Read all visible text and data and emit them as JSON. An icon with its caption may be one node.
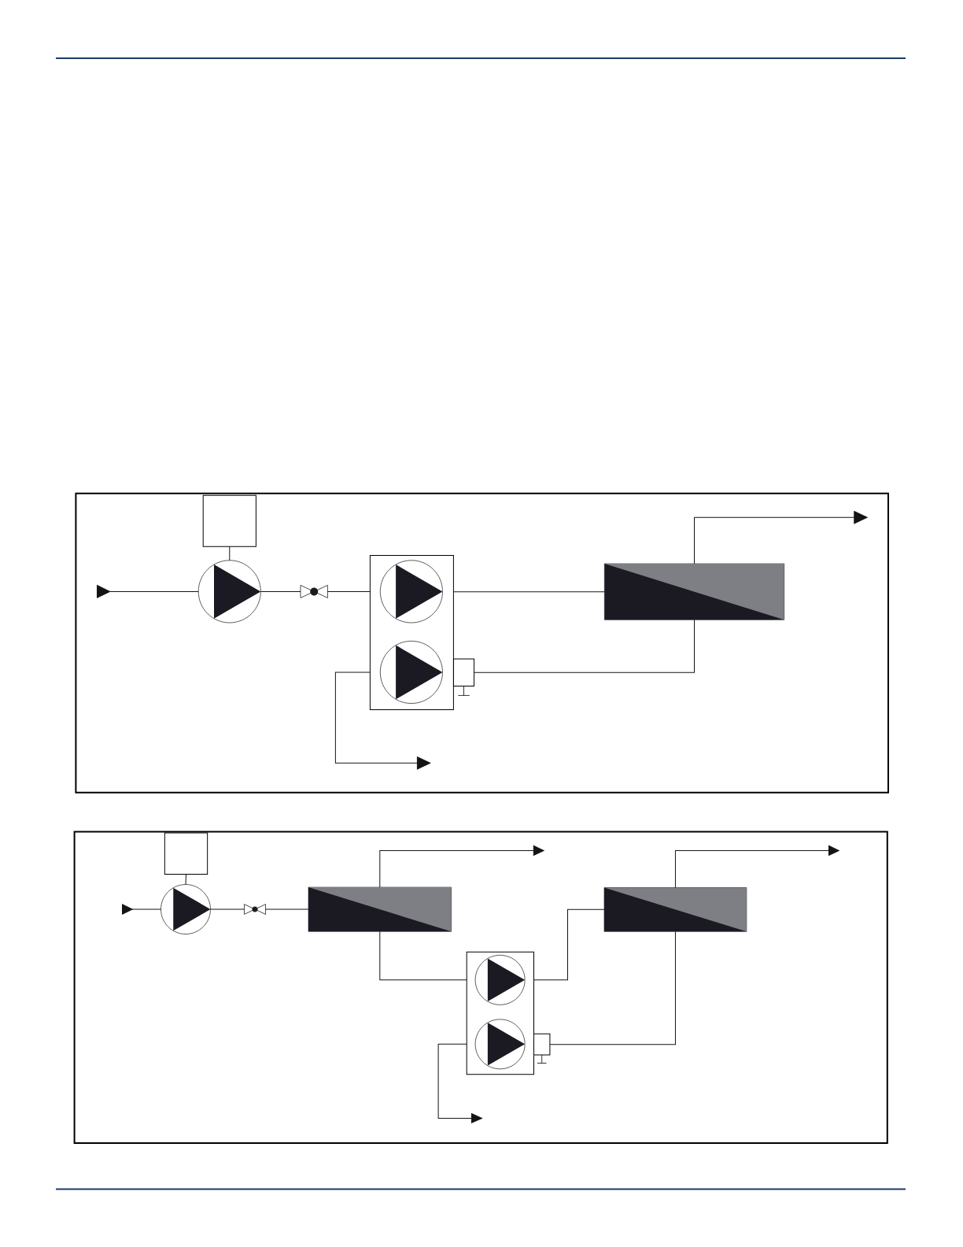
{
  "diagram": {
    "nodes": [
      {
        "text": [],
        "shape": "box"
      },
      {
        "text": [],
        "shape": "circle"
      },
      {
        "text": [],
        "shape": "valve"
      },
      {
        "text": [],
        "shape": "box"
      },
      {
        "text": [],
        "shape": "circle",
        "in": 3
      },
      {
        "text": [],
        "shape": "circle",
        "in": 3
      },
      {
        "text": [],
        "shape": "box"
      },
      {
        "text": [],
        "shape": "box"
      },
      {
        "text": [],
        "shape": "box"
      },
      {
        "text": [],
        "shape": "circle"
      },
      {
        "text": [],
        "shape": "valve"
      },
      {
        "text": [],
        "shape": "box"
      },
      {
        "text": [],
        "shape": "box"
      },
      {
        "text": [],
        "shape": "circle",
        "in": 12
      },
      {
        "text": [],
        "shape": "circle",
        "in": 12
      },
      {
        "text": [],
        "shape": "box"
      },
      {
        "text": [],
        "shape": "box"
      }
    ],
    "edges": [
      {
        "from": null,
        "to": 1,
        "arrow": "to"
      },
      {
        "from": 0,
        "to": 1,
        "arrow": "none"
      },
      {
        "from": 1,
        "to": 2,
        "arrow": "none"
      },
      {
        "from": 2,
        "to": 3,
        "arrow": "none"
      },
      {
        "from": 3,
        "to": 7,
        "arrow": "none"
      },
      {
        "from": 7,
        "to": null,
        "arrow": "to"
      },
      {
        "from": 7,
        "to": 6,
        "arrow": "none"
      },
      {
        "from": 3,
        "to": null,
        "arrow": "to"
      },
      {
        "from": null,
        "to": 9,
        "arrow": "to"
      },
      {
        "from": 8,
        "to": 9,
        "arrow": "none"
      },
      {
        "from": 9,
        "to": 10,
        "arrow": "none"
      },
      {
        "from": 10,
        "to": 11,
        "arrow": "none"
      },
      {
        "from": 11,
        "to": null,
        "arrow": "to"
      },
      {
        "from": 11,
        "to": 12,
        "arrow": "none"
      },
      {
        "from": 12,
        "to": 16,
        "arrow": "none"
      },
      {
        "from": 16,
        "to": null,
        "arrow": "to"
      },
      {
        "from": 16,
        "to": 15,
        "arrow": "none"
      },
      {
        "from": 12,
        "to": null,
        "arrow": "to"
      }
    ]
  }
}
